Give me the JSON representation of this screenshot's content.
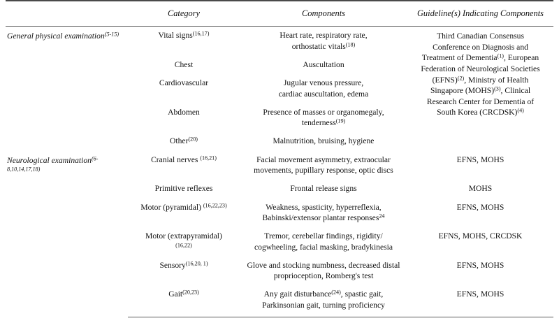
{
  "table": {
    "headers": {
      "section": "",
      "category": "Category",
      "components": "Components",
      "guidelines": "Guideline(s) Indicating Components"
    },
    "sections": [
      {
        "label": "General physical examination",
        "label_sup": "(5-15)",
        "merged_guideline": "Third Canadian Consensus Conference on Diagnosis and Treatment of Dementia(1), European Federation of Neurological Societies (EFNS)(2), Ministry of Health Singapore (MOHS)(3), Clinical Research Center for Dementia of South Korea (CRCDSK)(4)",
        "merged_guideline_lines": [
          "Third Canadian Consensus",
          "Conference on Diagnosis and",
          "Treatment of Dementia(1), European",
          "Federation of Neurological Societies",
          "(EFNS)(2), Ministry of Health",
          "Singapore (MOHS)(3), Clinical",
          "Research Center for Dementia of",
          "South Korea (CRCDSK)(4)"
        ],
        "rows": [
          {
            "category": "Vital signs",
            "category_sup": "(16,17)",
            "components": "Heart rate, respiratory rate, orthostatic vitals",
            "components_sup": "(18)",
            "components_lines": [
              "Heart rate, respiratory rate,",
              "orthostatic vitals(18)"
            ]
          },
          {
            "category": "Chest",
            "category_sup": "",
            "components": "Auscultation",
            "components_sup": "",
            "components_lines": [
              "Auscultation"
            ]
          },
          {
            "category": "Cardiovascular",
            "category_sup": "",
            "components": "Jugular venous pressure, cardiac auscultation, edema",
            "components_sup": "",
            "components_lines": [
              "Jugular venous pressure,",
              "cardiac auscultation, edema"
            ]
          },
          {
            "category": "Abdomen",
            "category_sup": "",
            "components": "Presence of masses or organomegaly, tenderness",
            "components_sup": "(19)",
            "components_lines": [
              "Presence of masses or organomegaly,",
              "tenderness(19)"
            ]
          },
          {
            "category": "Other",
            "category_sup": "(20)",
            "components": "Malnutrition, bruising, hygiene",
            "components_sup": "",
            "components_lines": [
              "Malnutrition, bruising, hygiene"
            ]
          }
        ]
      },
      {
        "label": "Neurological examination",
        "label_sup": "(6-8,10,14,17,18)",
        "merged_guideline": "",
        "merged_guideline_lines": [],
        "rows": [
          {
            "category": "Cranial nerves ",
            "category_sup": "(16,21)",
            "components": "Facial movement asymmetry, extraocular movements, pupillary response, optic discs",
            "components_sup": "",
            "components_lines": [
              "Facial movement asymmetry, extraocular",
              "movements, pupillary response, optic discs"
            ],
            "guideline": "EFNS, MOHS"
          },
          {
            "category": "Primitive reflexes",
            "category_sup": "",
            "components": "Frontal release signs",
            "components_sup": "",
            "components_lines": [
              "Frontal release signs"
            ],
            "guideline": "MOHS"
          },
          {
            "category": "Motor (pyramidal) ",
            "category_sup": "(16,22,23)",
            "components": "Weakness, spasticity, hyperreflexia, Babinski/extensor plantar responses",
            "components_sup": "24",
            "components_lines": [
              "Weakness, spasticity, hyperreflexia,",
              "Babinski/extensor plantar responses24"
            ],
            "guideline": "EFNS, MOHS"
          },
          {
            "category": "Motor (extrapyramidal)",
            "category_sup": "(16,22)",
            "category_sup_newline": true,
            "components": "Tremor, cerebellar findings, rigidity/ cogwheeling, facial masking, bradykinesia",
            "components_sup": "",
            "components_lines": [
              "Tremor, cerebellar findings, rigidity/",
              "cogwheeling, facial masking, bradykinesia"
            ],
            "guideline": "EFNS, MOHS, CRCDSK"
          },
          {
            "category": "Sensory",
            "category_sup": "(16,20, 1)",
            "components": "Glove and stocking numbness, decreased distal proprioception, Romberg's test",
            "components_sup": "",
            "components_lines": [
              "Glove and stocking numbness, decreased distal",
              "proprioception, Romberg's test"
            ],
            "guideline": "EFNS, MOHS"
          },
          {
            "category": "Gait",
            "category_sup": "(20,23)",
            "components": "Any gait disturbance(24), spastic gait, Parkinsonian gait, turning proficiency",
            "components_sup": "",
            "components_lines": [
              "Any gait disturbance(24), spastic gait,",
              "Parkinsonian gait, turning proficiency"
            ],
            "guideline": "EFNS, MOHS"
          }
        ]
      }
    ]
  }
}
